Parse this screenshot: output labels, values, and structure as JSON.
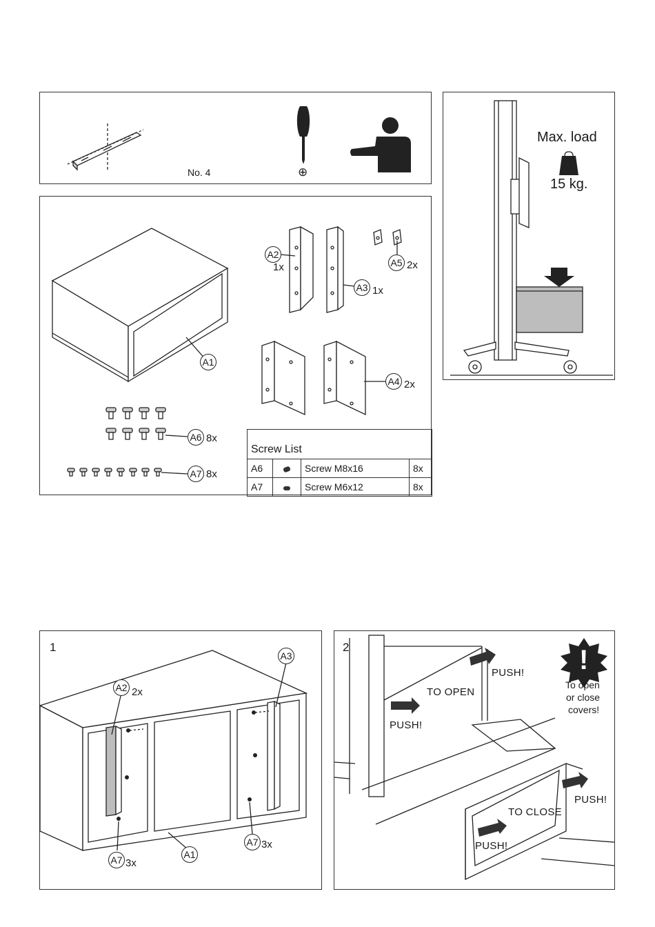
{
  "tools": {
    "allen_key_label": "No. 4",
    "screwdriver_symbol": "⊕"
  },
  "load": {
    "title": "Max. load",
    "value": "15 kg."
  },
  "parts": {
    "a1": {
      "id": "A1"
    },
    "a2": {
      "id": "A2",
      "qty": "1x"
    },
    "a3": {
      "id": "A3",
      "qty": "1x"
    },
    "a4": {
      "id": "A4",
      "qty": "2x"
    },
    "a5": {
      "id": "A5",
      "qty": "2x"
    },
    "a6": {
      "id": "A6",
      "qty": "8x"
    },
    "a7": {
      "id": "A7",
      "qty": "8x"
    }
  },
  "screw_list": {
    "title": "Screw List",
    "rows": [
      {
        "id": "A6",
        "desc": "Screw M8x16",
        "qty": "8x"
      },
      {
        "id": "A7",
        "desc": "Screw M6x12",
        "qty": "8x"
      }
    ]
  },
  "step1": {
    "number": "1",
    "a2": "A2",
    "a2_qty": "2x",
    "a3": "A3",
    "a7_left": "A7",
    "a7_left_qty": "3x",
    "a7_right": "A7",
    "a7_right_qty": "3x",
    "a1": "A1"
  },
  "step2": {
    "number": "2",
    "push": "PUSH!",
    "to_open": "TO OPEN",
    "to_close": "TO CLOSE",
    "warning_line1": "To open",
    "warning_line2": "or close",
    "warning_line3": "covers!",
    "warning_symbol": "!"
  }
}
